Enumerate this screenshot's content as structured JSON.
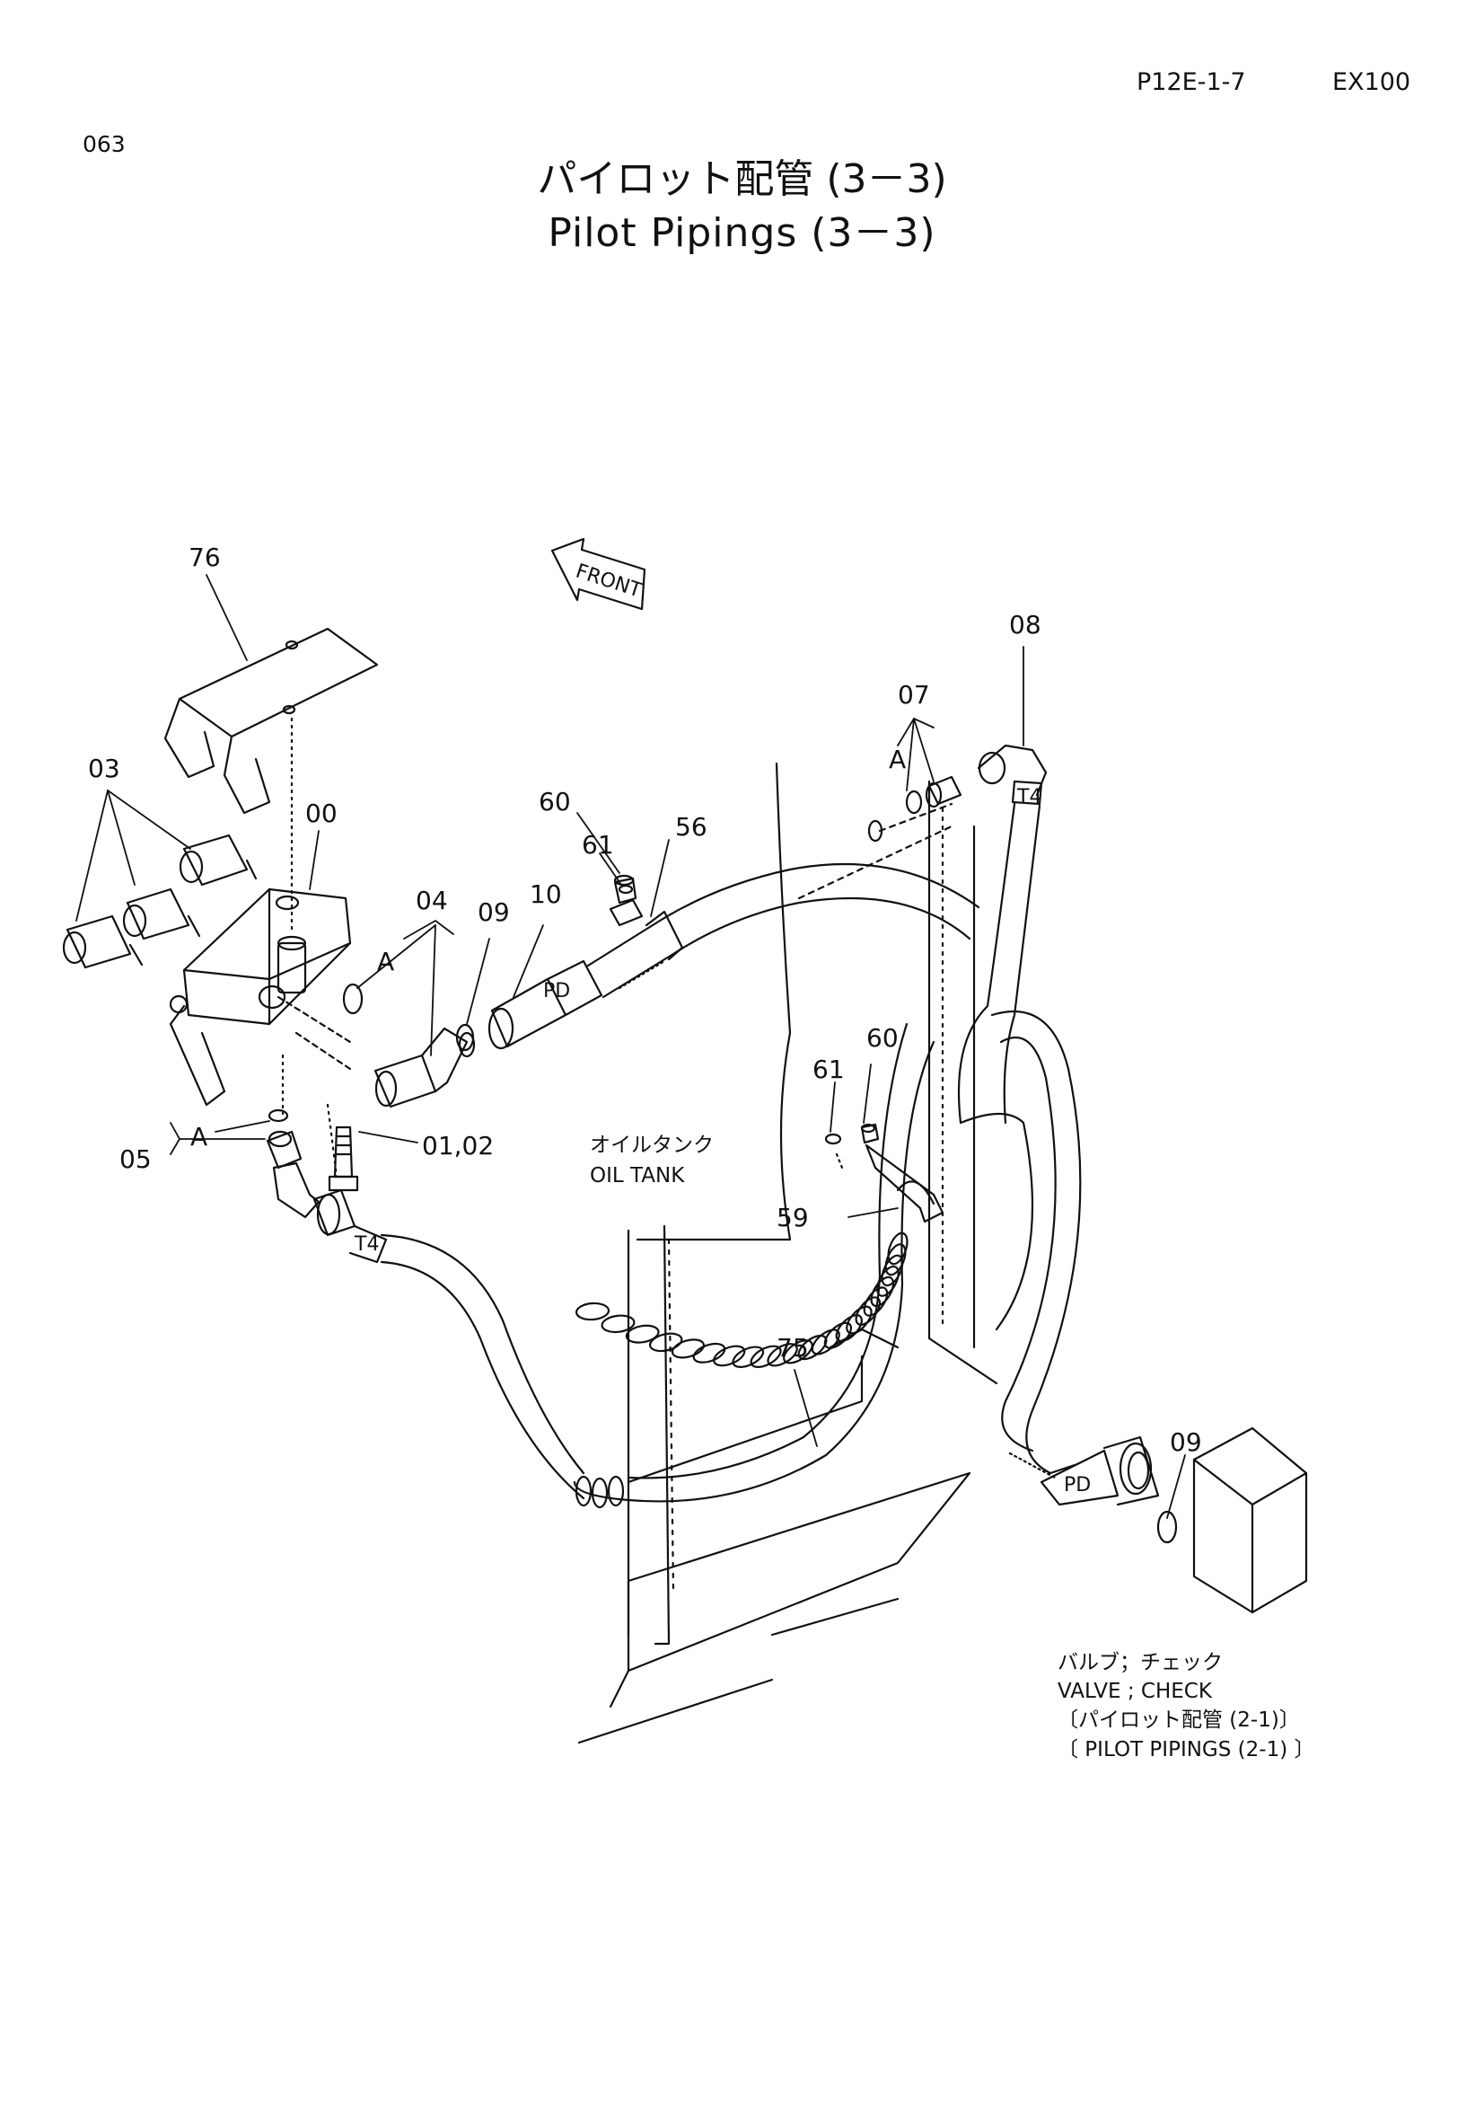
{
  "header": {
    "page_code": "P12E-1-7",
    "model": "EX100",
    "page_number": "063"
  },
  "title": {
    "japanese": "パイロット配管 (3－3)",
    "english": "Pilot Pipings (3－3)"
  },
  "diagram": {
    "front_marker": "FRONT",
    "part_callouts": [
      "76",
      "03",
      "00",
      "04",
      "A",
      "09",
      "10",
      "60",
      "61",
      "56",
      "07",
      "A",
      "08",
      "05",
      "A",
      "01,02",
      "60",
      "61",
      "59",
      "75",
      "09"
    ],
    "hose_marks": [
      "PD",
      "T4",
      "T4",
      "PD"
    ],
    "oil_tank_label": {
      "japanese": "オイルタンク",
      "english": "OIL TANK"
    },
    "valve_note": {
      "line1": "バルブ；チェック",
      "line2": "VALVE ; CHECK",
      "line3": "〔パイロット配管 (2-1)〕",
      "line4": "〔 PILOT  PIPINGS (2-1) 〕"
    }
  }
}
